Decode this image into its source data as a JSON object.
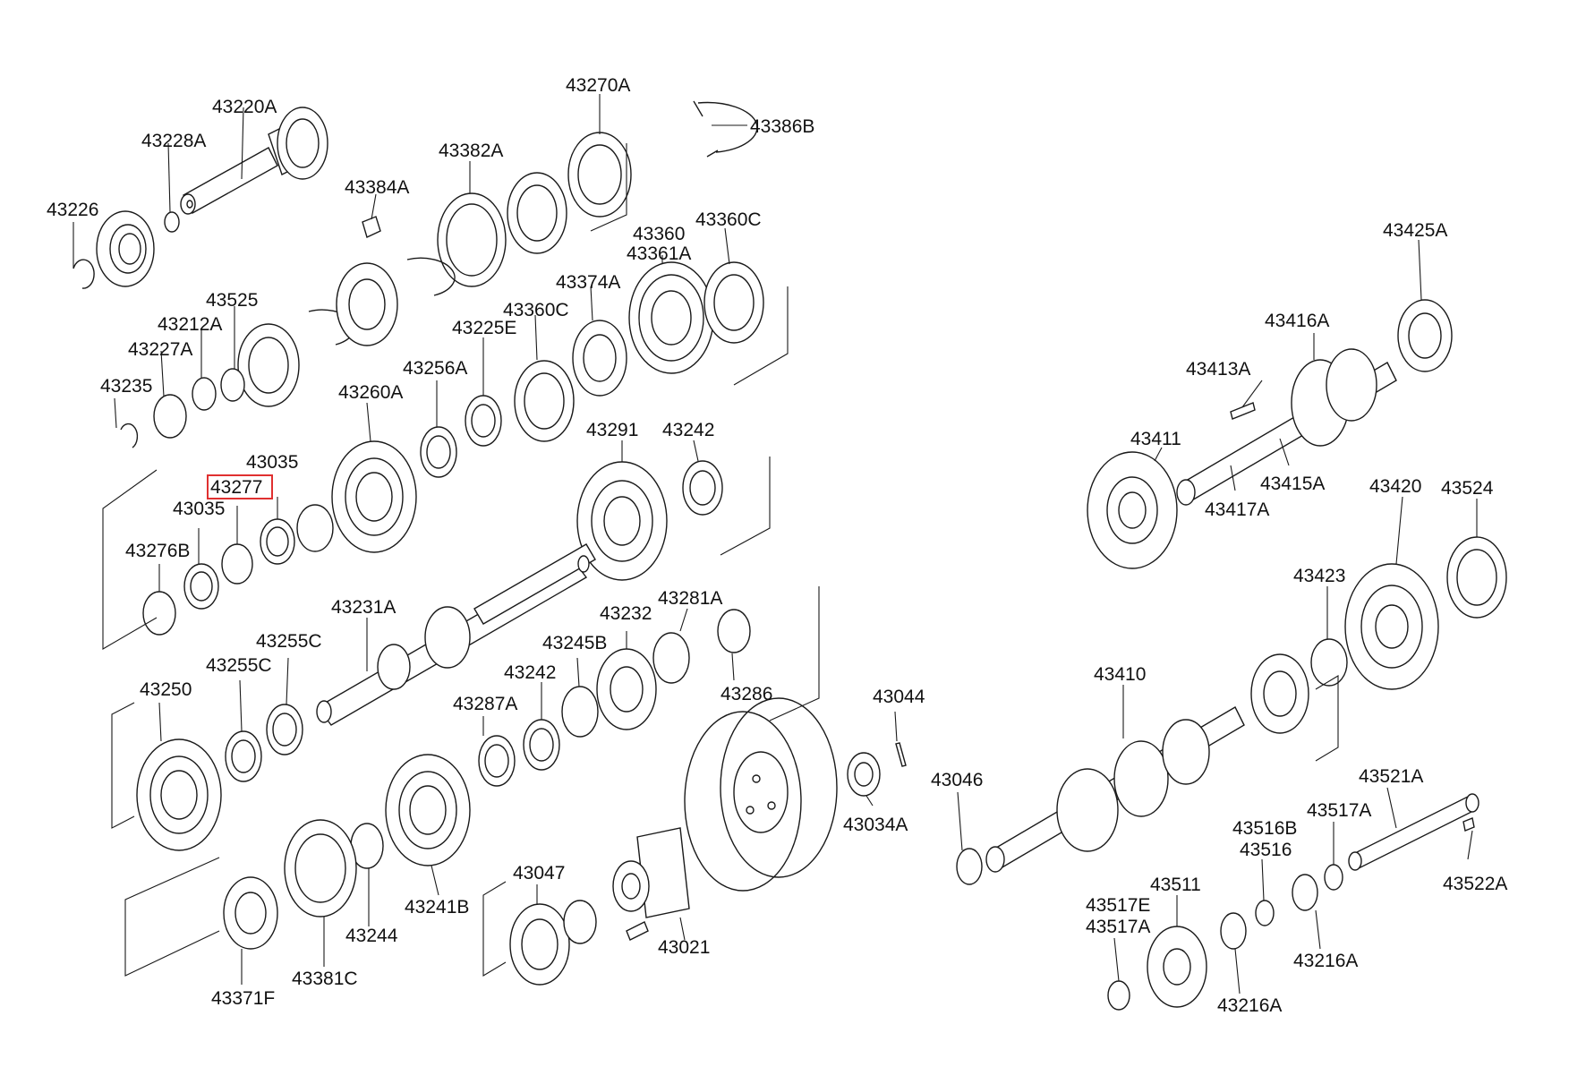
{
  "diagram": {
    "highlight_color": "#e03030",
    "line_color": "#1a1a1a",
    "parts": [
      {
        "id": "p-43220A",
        "label": "43220A"
      },
      {
        "id": "p-43228A",
        "label": "43228A"
      },
      {
        "id": "p-43226",
        "label": "43226"
      },
      {
        "id": "p-43270A",
        "label": "43270A"
      },
      {
        "id": "p-43386B",
        "label": "43386B"
      },
      {
        "id": "p-43382A",
        "label": "43382A"
      },
      {
        "id": "p-43384A",
        "label": "43384A"
      },
      {
        "id": "p-43360",
        "label": "43360"
      },
      {
        "id": "p-43361A",
        "label": "43361A"
      },
      {
        "id": "p-43360C-top",
        "label": "43360C"
      },
      {
        "id": "p-43425A",
        "label": "43425A"
      },
      {
        "id": "p-43525",
        "label": "43525"
      },
      {
        "id": "p-43212A",
        "label": "43212A"
      },
      {
        "id": "p-43227A",
        "label": "43227A"
      },
      {
        "id": "p-43235",
        "label": "43235"
      },
      {
        "id": "p-43374A",
        "label": "43374A"
      },
      {
        "id": "p-43360C-mid",
        "label": "43360C"
      },
      {
        "id": "p-43225E",
        "label": "43225E"
      },
      {
        "id": "p-43256A",
        "label": "43256A"
      },
      {
        "id": "p-43260A",
        "label": "43260A"
      },
      {
        "id": "p-43416A",
        "label": "43416A"
      },
      {
        "id": "p-43413A",
        "label": "43413A"
      },
      {
        "id": "p-43411",
        "label": "43411"
      },
      {
        "id": "p-43415A",
        "label": "43415A"
      },
      {
        "id": "p-43417A",
        "label": "43417A"
      },
      {
        "id": "p-43035-top",
        "label": "43035"
      },
      {
        "id": "p-43277",
        "label": "43277",
        "highlighted": true
      },
      {
        "id": "p-43035-bot",
        "label": "43035"
      },
      {
        "id": "p-43276B",
        "label": "43276B"
      },
      {
        "id": "p-43291",
        "label": "43291"
      },
      {
        "id": "p-43242-top",
        "label": "43242"
      },
      {
        "id": "p-43420",
        "label": "43420"
      },
      {
        "id": "p-43524",
        "label": "43524"
      },
      {
        "id": "p-43423",
        "label": "43423"
      },
      {
        "id": "p-43231A",
        "label": "43231A"
      },
      {
        "id": "p-43281A",
        "label": "43281A"
      },
      {
        "id": "p-43232",
        "label": "43232"
      },
      {
        "id": "p-43255C-top",
        "label": "43255C"
      },
      {
        "id": "p-43255C-bot",
        "label": "43255C"
      },
      {
        "id": "p-43245B",
        "label": "43245B"
      },
      {
        "id": "p-43250",
        "label": "43250"
      },
      {
        "id": "p-43242-mid",
        "label": "43242"
      },
      {
        "id": "p-43286",
        "label": "43286"
      },
      {
        "id": "p-43044",
        "label": "43044"
      },
      {
        "id": "p-43410",
        "label": "43410"
      },
      {
        "id": "p-43287A",
        "label": "43287A"
      },
      {
        "id": "p-43046",
        "label": "43046"
      },
      {
        "id": "p-43034A",
        "label": "43034A"
      },
      {
        "id": "p-43521A",
        "label": "43521A"
      },
      {
        "id": "p-43517A-top",
        "label": "43517A"
      },
      {
        "id": "p-43516B",
        "label": "43516B"
      },
      {
        "id": "p-43516",
        "label": "43516"
      },
      {
        "id": "p-43522A",
        "label": "43522A"
      },
      {
        "id": "p-43047",
        "label": "43047"
      },
      {
        "id": "p-43241B",
        "label": "43241B"
      },
      {
        "id": "p-43244",
        "label": "43244"
      },
      {
        "id": "p-43021",
        "label": "43021"
      },
      {
        "id": "p-43511",
        "label": "43511"
      },
      {
        "id": "p-43517E",
        "label": "43517E"
      },
      {
        "id": "p-43517A-bot",
        "label": "43517A"
      },
      {
        "id": "p-43216A-right",
        "label": "43216A"
      },
      {
        "id": "p-43381C",
        "label": "43381C"
      },
      {
        "id": "p-43371F",
        "label": "43371F"
      },
      {
        "id": "p-43216A-bot",
        "label": "43216A"
      }
    ]
  }
}
